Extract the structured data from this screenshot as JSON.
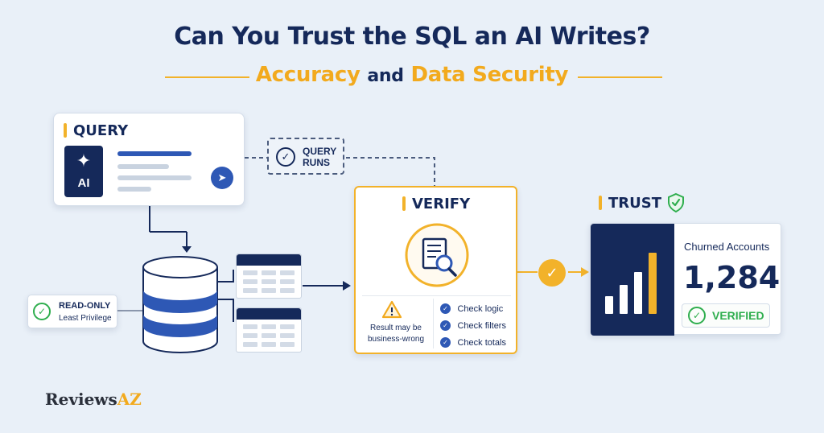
{
  "header": {
    "title": "Can You Trust the SQL an AI Writes?",
    "subtitle_left": "Accuracy",
    "subtitle_mid": "and",
    "subtitle_right": "Data Security"
  },
  "query_card": {
    "heading": "QUERY",
    "ai_label": "AI"
  },
  "query_runs": {
    "line1": "QUERY",
    "line2": "RUNS"
  },
  "read_only": {
    "line1": "READ-ONLY",
    "line2": "Least Privilege"
  },
  "verify_card": {
    "heading": "VERIFY",
    "warning_line1": "Result may be",
    "warning_line2": "business-wrong",
    "checks": [
      "Check logic",
      "Check filters",
      "Check totals"
    ]
  },
  "trust_card": {
    "heading": "TRUST",
    "metric_label": "Churned Accounts",
    "metric_value": "1,284",
    "status": "VERIFIED"
  },
  "brand": {
    "name_part1": "Reviews",
    "name_part2": "AZ"
  },
  "colors": {
    "navy": "#15295a",
    "accent_yellow": "#f2b22a",
    "success_green": "#2fae4e",
    "blue": "#2e58b5",
    "background": "#e9f0f8"
  }
}
